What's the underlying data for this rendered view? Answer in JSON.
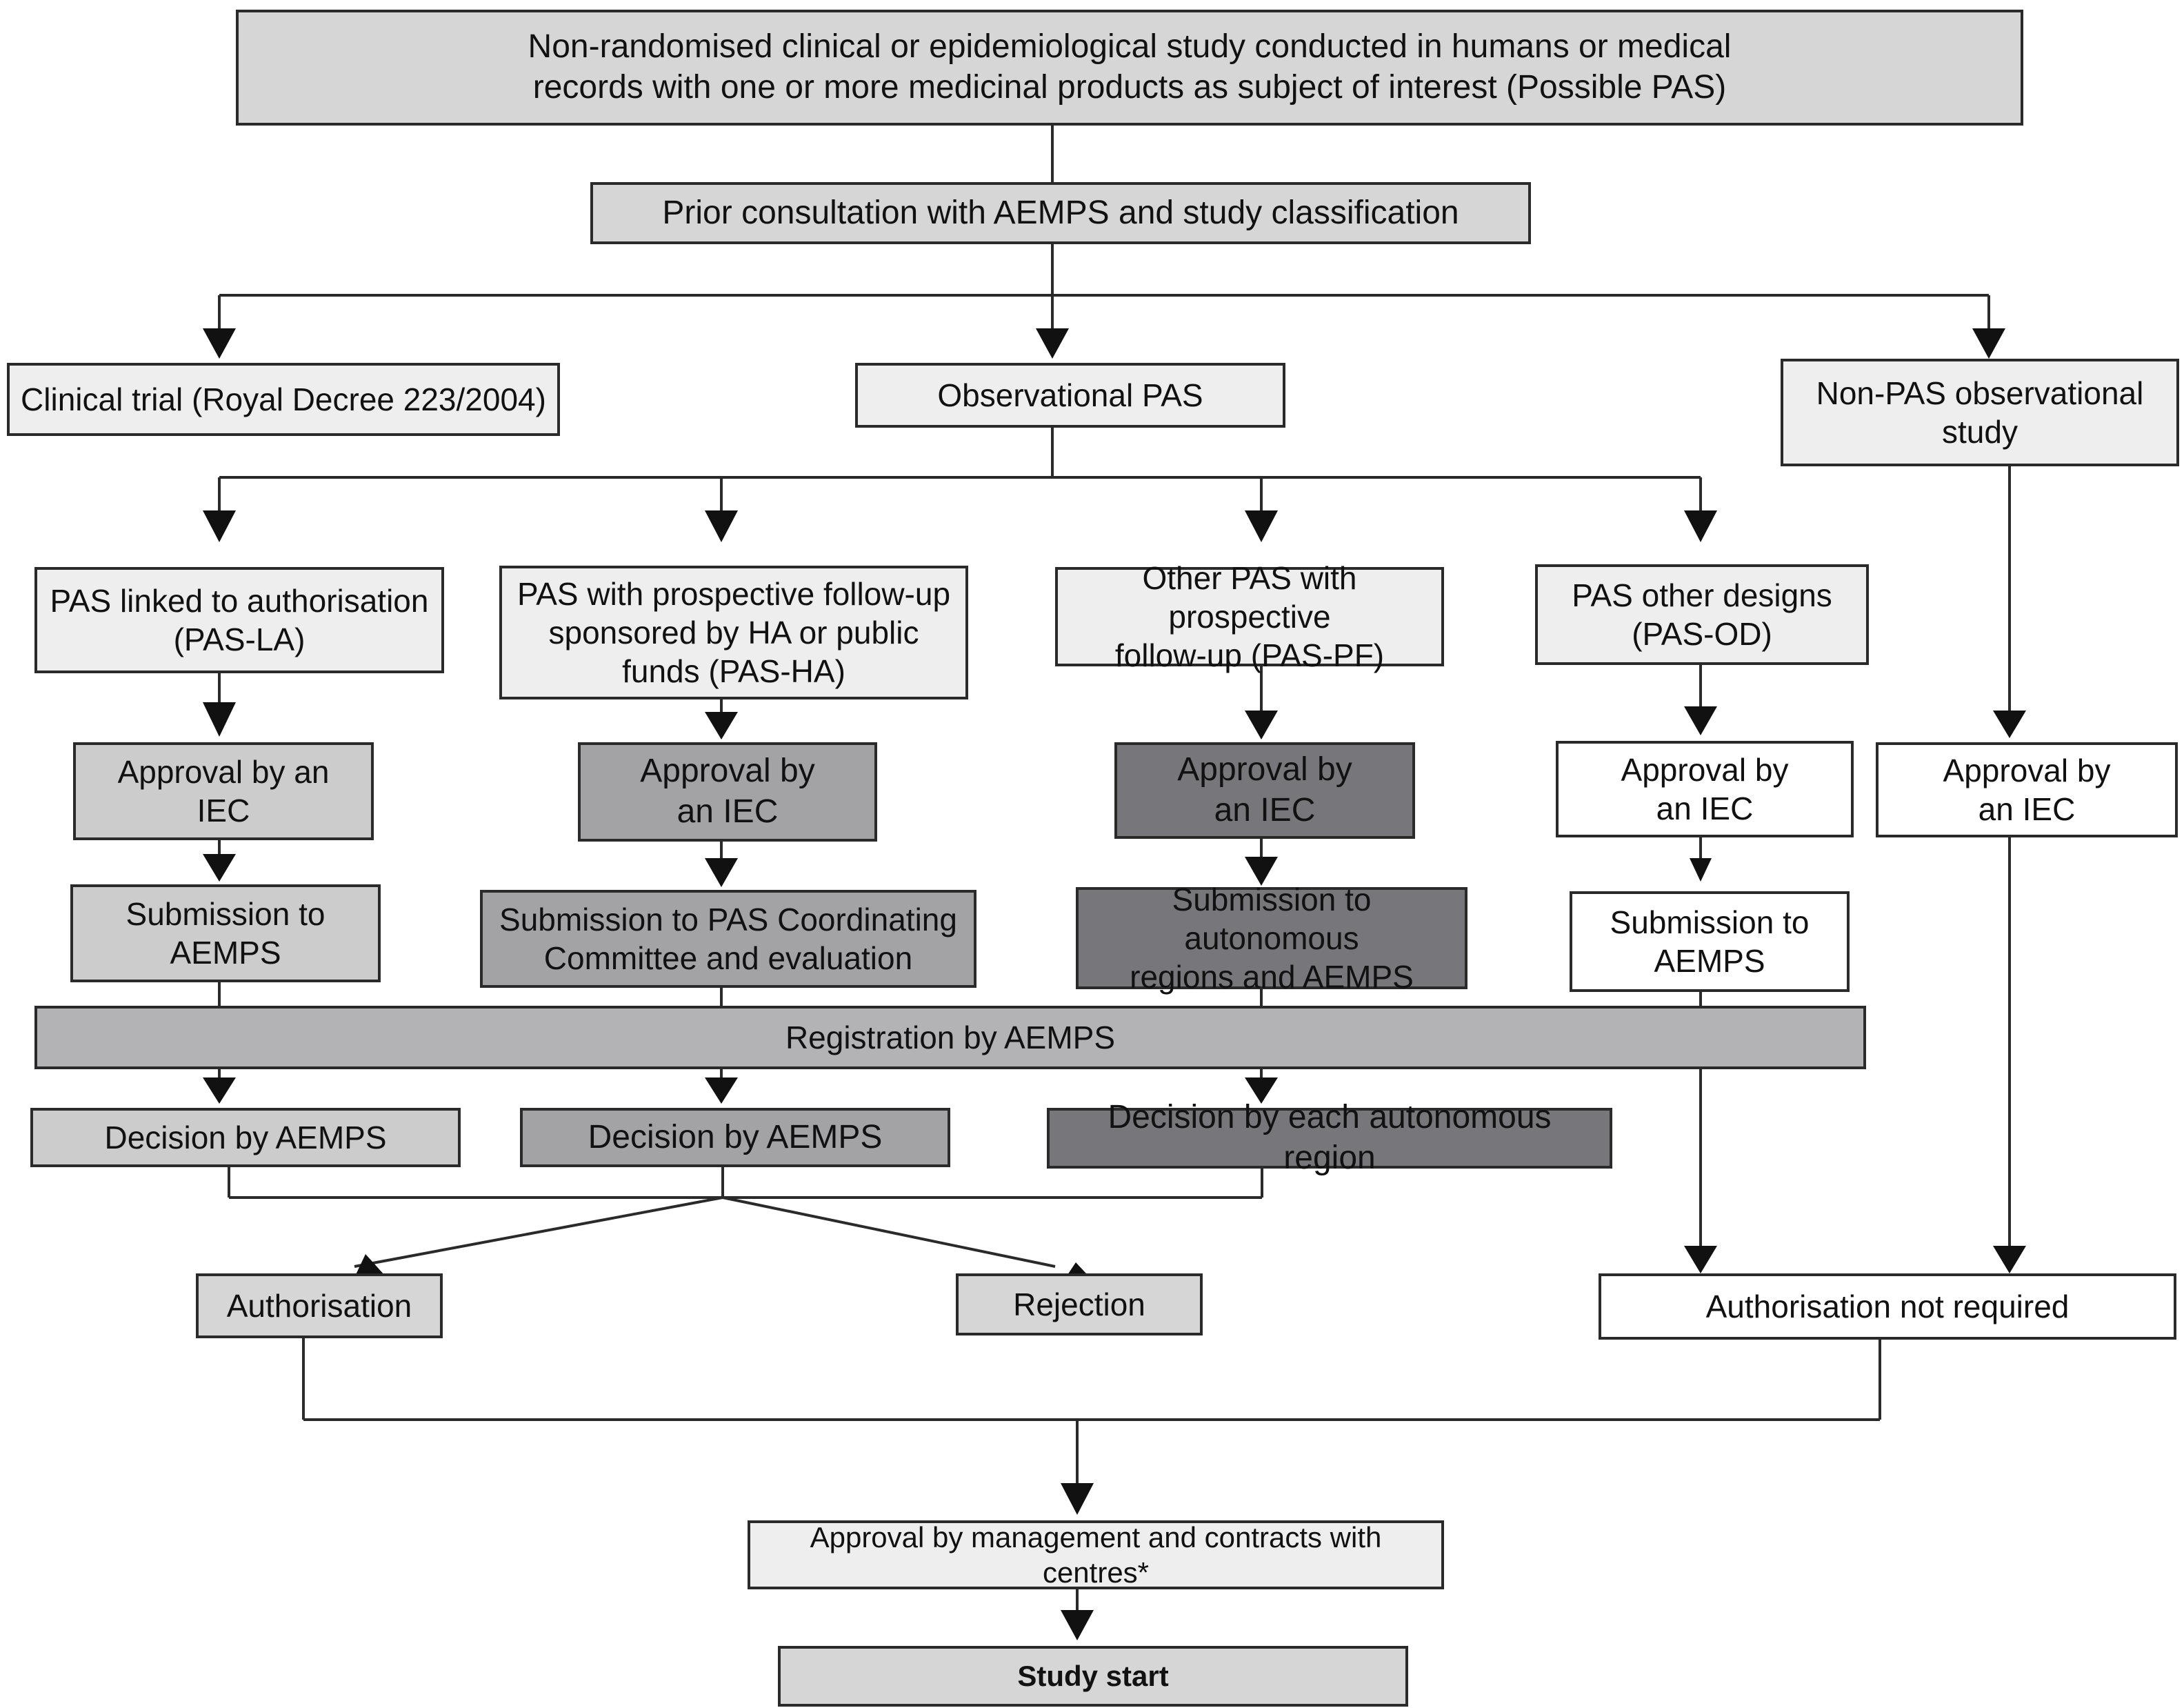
{
  "nodes": {
    "top": "Non-randomised clinical or epidemiological study conducted in humans or medical\nrecords with one or more medicinal products as subject of interest (Possible PAS)",
    "prior_consultation": "Prior consultation with AEMPS and study classification",
    "clinical_trial": "Clinical trial (Royal Decree 223/2004)",
    "observational_pas": "Observational PAS",
    "non_pas": "Non-PAS observational\nstudy",
    "pas_la": "PAS linked to authorisation\n(PAS-LA)",
    "pas_ha": "PAS with prospective follow-up\nsponsored by HA or public\nfunds (PAS-HA)",
    "pas_pf": "Other PAS with prospective\nfollow-up (PAS-PF)",
    "pas_od": "PAS other designs\n(PAS-OD)",
    "iec_la": "Approval by an\nIEC",
    "iec_ha": "Approval by\nan IEC",
    "iec_pf": "Approval by\nan IEC",
    "iec_od": "Approval by\nan IEC",
    "iec_nonpas": "Approval by\nan IEC",
    "sub_la": "Submission to\nAEMPS",
    "sub_ha": "Submission to PAS Coordinating\nCommittee and evaluation",
    "sub_pf": "Submission to autonomous\nregions and AEMPS",
    "sub_od": "Submission to\nAEMPS",
    "registration": "Registration by AEMPS",
    "dec_la": "Decision by AEMPS",
    "dec_ha": "Decision by AEMPS",
    "dec_pf": "Decision by each autonomous region",
    "authorisation": "Authorisation",
    "rejection": "Rejection",
    "auth_not_required": "Authorisation not required",
    "management": "Approval by management and contracts with centres*",
    "study_start": "Study start"
  },
  "colors": {
    "line": "#2a2a2a",
    "gray_mid": "#d6d6d6",
    "gray_light": "#eeeeee",
    "pas_la": "#cccccc",
    "pas_ha": "#a3a3a6",
    "pas_pf": "#77777b",
    "registration": "#b3b3b6",
    "white": "#ffffff"
  }
}
